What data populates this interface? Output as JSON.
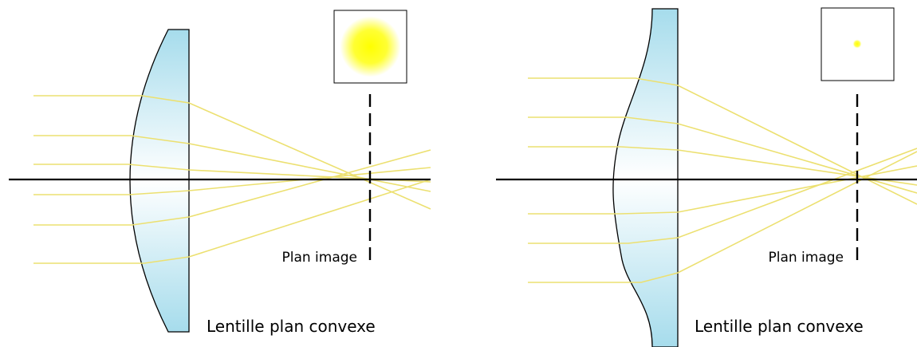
{
  "panels": [
    {
      "id": "left",
      "lens_caption": "Lentille plan convexe",
      "image_plane_label": "Plan image",
      "focus_spot": "large-blurred-yellow-spot"
    },
    {
      "id": "right",
      "lens_caption": "Lentille plan convexe",
      "image_plane_label": "Plan image",
      "focus_spot": "small-sharp-yellow-spot"
    }
  ],
  "colors": {
    "ray": "#ece070",
    "axis": "#000000",
    "lens_fill_edge": "#a6dcec",
    "lens_fill_center": "#ffffff",
    "spot": "#ffff00"
  }
}
